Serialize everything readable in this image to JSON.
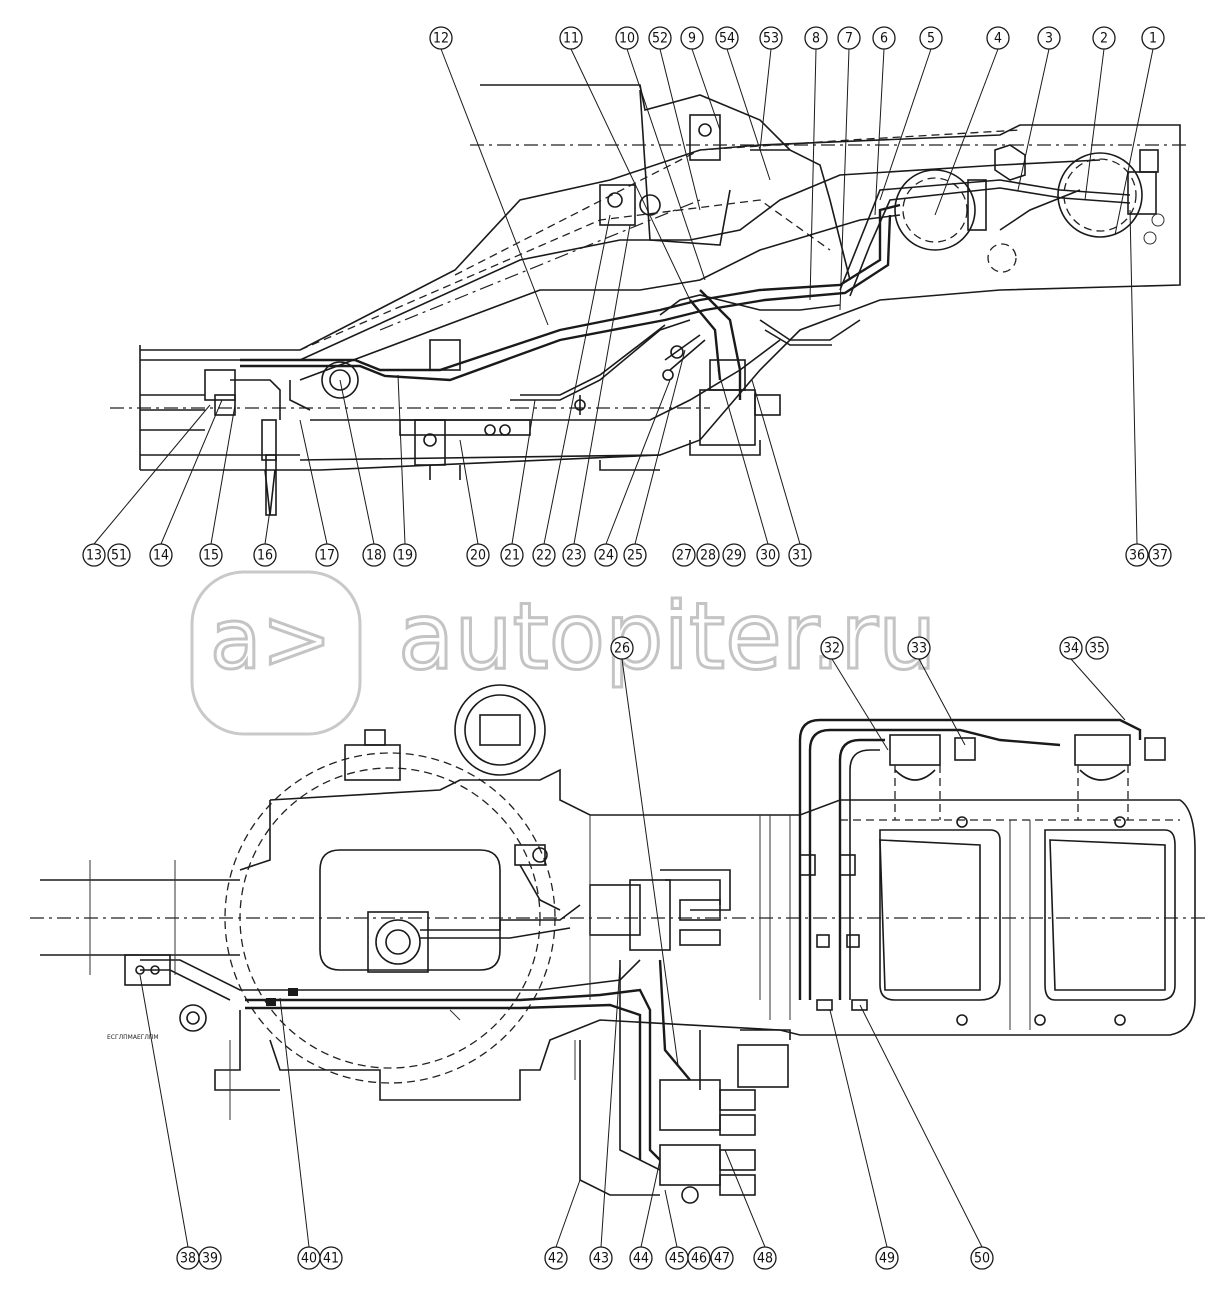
{
  "watermark": {
    "text": "autopiter.ru",
    "logo_glyph": "a>"
  },
  "callouts_top": [
    "12",
    "11",
    "10",
    "52",
    "9",
    "54",
    "53",
    "8",
    "7",
    "6",
    "5",
    "4",
    "3",
    "2",
    "1",
    "13",
    "51",
    "14",
    "15",
    "16",
    "17",
    "18",
    "19",
    "20",
    "21",
    "22",
    "23",
    "24",
    "25",
    "27",
    "28",
    "29",
    "30",
    "31",
    "36",
    "37"
  ],
  "callouts_bottom": [
    "26",
    "32",
    "33",
    "34",
    "35",
    "38",
    "39",
    "40",
    "41",
    "42",
    "43",
    "44",
    "45",
    "46",
    "47",
    "48",
    "49",
    "50"
  ],
  "plate_label": "ЕСГЛПМАЕГЛПМ"
}
